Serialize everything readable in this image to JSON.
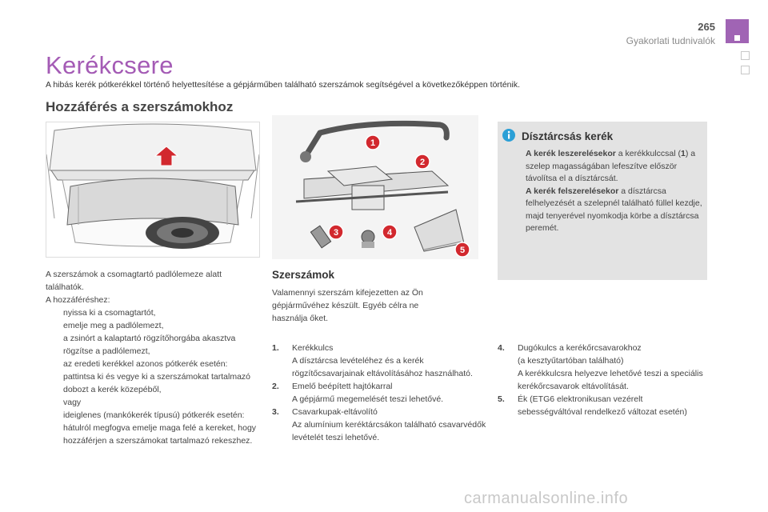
{
  "header": {
    "page_number": "265",
    "section_title": "Gyakorlati tudnivalók"
  },
  "title": "Kerékcsere",
  "intro": "A hibás kerék pótkerékkel történő helyettesítése a gépjárműben található szerszámok segítségével a következőképpen történik.",
  "access": {
    "heading": "Hozzáférés a szerszámokhoz",
    "p1": "A szerszámok a csomagtartó padlólemeze alatt találhatók.",
    "p2": "A hozzáféréshez:",
    "bullet_glyph": "",
    "bullets": [
      "nyissa ki a csomagtartót,",
      "emelje meg a padlólemezt,",
      "a zsinórt a kalaptartó rögzítőhorgába akasztva rögzítse a padlólemezt,",
      "az eredeti kerékkel azonos pótkerék esetén: pattintsa ki és vegye ki a szerszámokat tartalmazó dobozt a kerék közepéből,"
    ],
    "vagy": "vagy",
    "bullet_last": "ideiglenes (mankókerék típusú) pótkerék esetén: hátulról megfogva emelje maga felé a kereket, hogy hozzáférjen a szerszámokat tartalmazó rekeszhez."
  },
  "tools": {
    "heading": "Szerszámok",
    "intro": "Valamennyi szerszám kifejezetten az Ön gépjárművéhez készült. Egyéb célra ne használja őket.",
    "callouts": [
      "1",
      "2",
      "3",
      "4",
      "5"
    ],
    "items_a": [
      {
        "num": "1.",
        "name": "Kerékkulcs",
        "desc": "A dísztárcsa levételéhez és a kerék rögzítőcsavarjainak eltávolításához használható."
      },
      {
        "num": "2.",
        "name": "Emelő beépített hajtókarral",
        "desc": "A gépjármű megemelését teszi lehetővé."
      },
      {
        "num": "3.",
        "name": "Csavarkupak-eltávolító",
        "desc": "Az alumínium keréktárcsákon található csavarvédők levételét teszi lehetővé."
      }
    ],
    "items_b": [
      {
        "num": "4.",
        "name": "Dugókulcs a kerékőrcsavarokhoz",
        "desc": "(a kesztyűtartóban található)\nA kerékkulcsra helyezve lehetővé teszi a speciális kerékőrcsavarok eltávolítását."
      },
      {
        "num": "5.",
        "name": "Ék (ETG6 elektronikusan vezérelt sebességváltóval rendelkező változat esetén)",
        "desc": ""
      }
    ]
  },
  "hubcap": {
    "title": "Dísztárcsás kerék",
    "removal_label": "A kerék leszerelésekor",
    "removal_text": " a kerékkulccsal (",
    "removal_num": "1",
    "removal_text2": ") a szelep magasságában lefeszítve először távolítsa el a dísztárcsát.",
    "fit_label": "A kerék felszerelésekor",
    "fit_text": " a dísztárcsa felhelyezését a szelepnél található füllel kezdje, majd tenyerével nyomkodja körbe a dísztárcsa peremét."
  },
  "watermark": "carmanualsonline.info",
  "colors": {
    "accent": "#a45bb5",
    "tab": "#a064b4",
    "callout_red": "#d2282e",
    "info_box": "#e3e3e3",
    "info_icon": "#2a9fd6"
  }
}
